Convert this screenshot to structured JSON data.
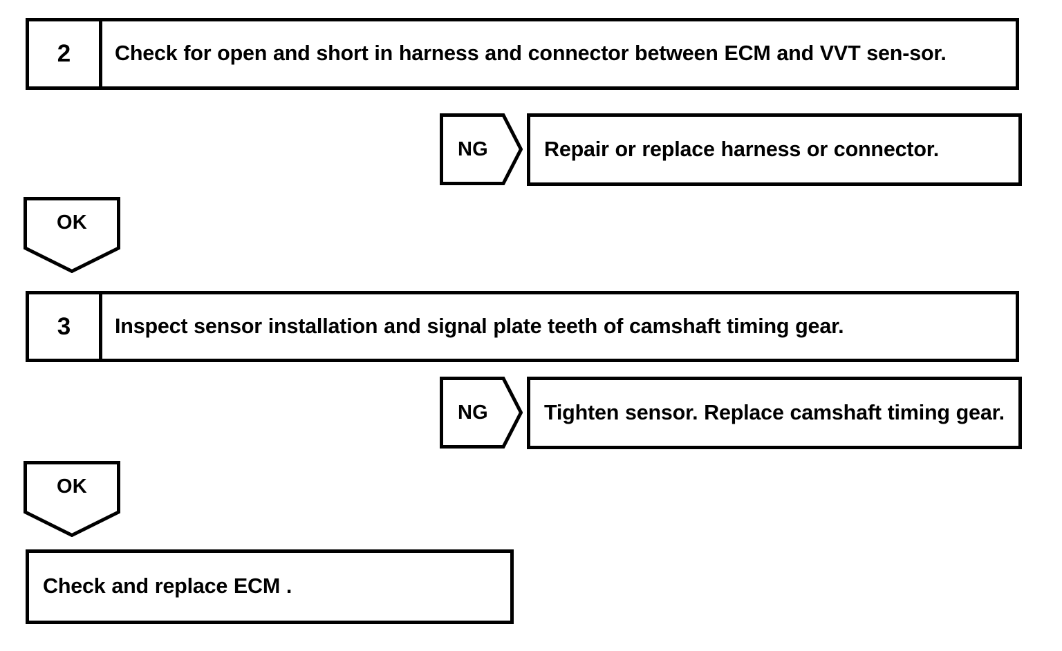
{
  "diagram": {
    "type": "diagnostic-flowchart",
    "ink_color": "#000000",
    "background_color": "#ffffff",
    "steps": [
      {
        "number": "2",
        "instruction": "Check for open and short in harness and connector between ECM and VVT sen-sor.",
        "branch": {
          "label": "NG",
          "action": "Repair or replace harness or connector."
        },
        "pass": {
          "label": "OK"
        }
      },
      {
        "number": "3",
        "instruction": "Inspect sensor installation and signal plate teeth of camshaft timing gear.",
        "branch": {
          "label": "NG",
          "action": "Tighten sensor. Replace camshaft timing gear."
        },
        "pass": {
          "label": "OK"
        }
      }
    ],
    "final": {
      "text": "Check and replace ECM ."
    }
  }
}
